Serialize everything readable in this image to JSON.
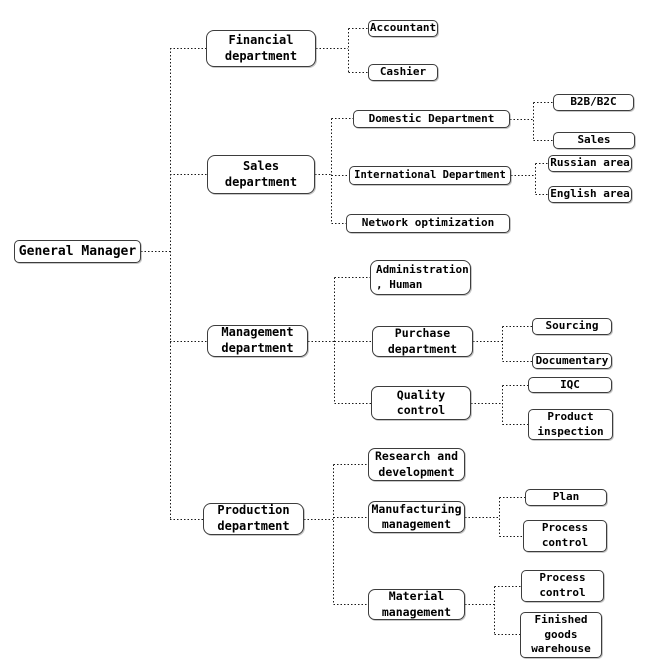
{
  "diagram": {
    "type": "organization-chart",
    "colors": {
      "background": "#ffffff",
      "box_fill": "#ffffff",
      "box_border": "#3d3d3d",
      "connector_line": "#1a1a1a",
      "text": "#000000"
    },
    "connector_style": "dotted"
  },
  "tree": {
    "label": "General Manager",
    "children": [
      {
        "label": "Financial\ndepartment",
        "children": [
          {
            "label": "Accountant"
          },
          {
            "label": "Cashier"
          }
        ]
      },
      {
        "label": "Sales\ndepartment",
        "children": [
          {
            "label": "Domestic Department",
            "children": [
              {
                "label": "B2B/B2C"
              },
              {
                "label": "Sales"
              }
            ]
          },
          {
            "label": "International Department",
            "children": [
              {
                "label": "Russian area"
              },
              {
                "label": "English area"
              }
            ]
          },
          {
            "label": "Network optimization"
          }
        ]
      },
      {
        "label": "Management\ndepartment",
        "children": [
          {
            "label": "Administration\n, Human"
          },
          {
            "label": "Purchase\ndepartment",
            "children": [
              {
                "label": "Sourcing"
              },
              {
                "label": "Documentary"
              }
            ]
          },
          {
            "label": "Quality\ncontrol",
            "children": [
              {
                "label": "IQC"
              },
              {
                "label": "Product\ninspection"
              }
            ]
          }
        ]
      },
      {
        "label": "Production\ndepartment",
        "children": [
          {
            "label": "Research and\ndevelopment"
          },
          {
            "label": "Manufacturing\nmanagement",
            "children": [
              {
                "label": "Plan"
              },
              {
                "label": "Process\ncontrol"
              }
            ]
          },
          {
            "label": "Material\nmanagement",
            "children": [
              {
                "label": "Process\ncontrol"
              },
              {
                "label": "Finished\ngoods\nwarehouse"
              }
            ]
          }
        ]
      }
    ]
  }
}
